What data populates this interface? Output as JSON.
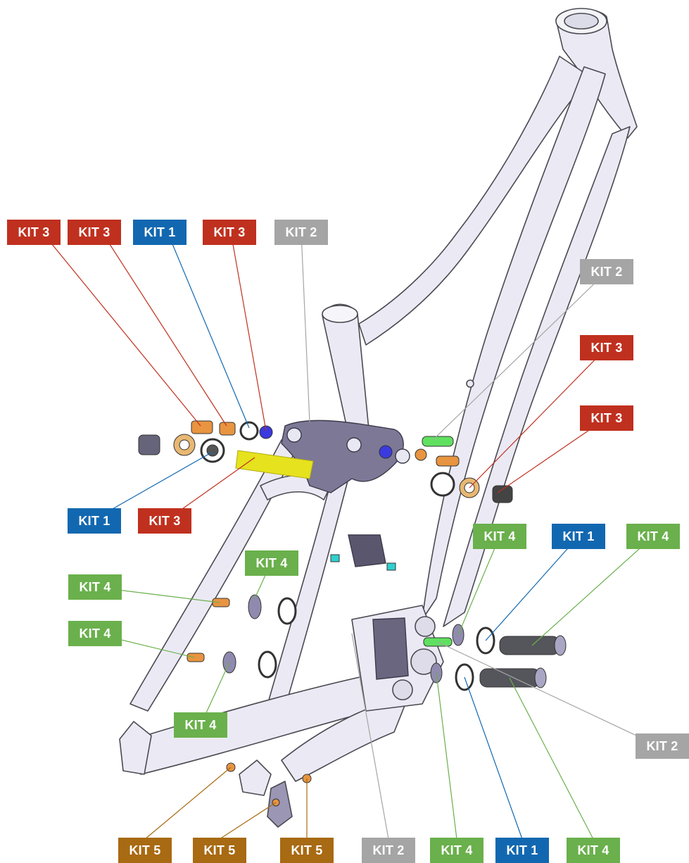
{
  "colors": {
    "kit_1": "#1268b0",
    "kit_2": "#a5a5a5",
    "kit_3": "#c0301f",
    "kit_4": "#6ab04c",
    "kit_5": "#a86a12",
    "frame_fill": "#ebeaf4",
    "frame_stroke": "#4a4a52",
    "link_fill": "#7c7896",
    "pivot_tube": "#e6e21e"
  },
  "callouts": [
    {
      "id": "kit3-a",
      "label": "KIT 3",
      "kit": "kit_3"
    },
    {
      "id": "kit3-b",
      "label": "KIT 3",
      "kit": "kit_3"
    },
    {
      "id": "kit1-a",
      "label": "KIT 1",
      "kit": "kit_1"
    },
    {
      "id": "kit3-c",
      "label": "KIT 3",
      "kit": "kit_3"
    },
    {
      "id": "kit2-a",
      "label": "KIT 2",
      "kit": "kit_2"
    },
    {
      "id": "kit2-b",
      "label": "KIT 2",
      "kit": "kit_2"
    },
    {
      "id": "kit3-d",
      "label": "KIT 3",
      "kit": "kit_3"
    },
    {
      "id": "kit3-e",
      "label": "KIT 3",
      "kit": "kit_3"
    },
    {
      "id": "kit1-b",
      "label": "KIT 1",
      "kit": "kit_1"
    },
    {
      "id": "kit3-f",
      "label": "KIT 3",
      "kit": "kit_3"
    },
    {
      "id": "kit4-a",
      "label": "KIT 4",
      "kit": "kit_4"
    },
    {
      "id": "kit1-c",
      "label": "KIT 1",
      "kit": "kit_1"
    },
    {
      "id": "kit4-b",
      "label": "KIT 4",
      "kit": "kit_4"
    },
    {
      "id": "kit4-c",
      "label": "KIT 4",
      "kit": "kit_4"
    },
    {
      "id": "kit4-d",
      "label": "KIT 4",
      "kit": "kit_4"
    },
    {
      "id": "kit4-e",
      "label": "KIT 4",
      "kit": "kit_4"
    },
    {
      "id": "kit4-f",
      "label": "KIT 4",
      "kit": "kit_4"
    },
    {
      "id": "kit2-c",
      "label": "KIT 2",
      "kit": "kit_2"
    },
    {
      "id": "kit5-a",
      "label": "KIT 5",
      "kit": "kit_5"
    },
    {
      "id": "kit5-b",
      "label": "KIT 5",
      "kit": "kit_5"
    },
    {
      "id": "kit5-c",
      "label": "KIT 5",
      "kit": "kit_5"
    },
    {
      "id": "kit2-d",
      "label": "KIT 2",
      "kit": "kit_2"
    },
    {
      "id": "kit4-g",
      "label": "KIT 4",
      "kit": "kit_4"
    },
    {
      "id": "kit1-d",
      "label": "KIT 1",
      "kit": "kit_1"
    },
    {
      "id": "kit4-h",
      "label": "KIT 4",
      "kit": "kit_4"
    }
  ]
}
